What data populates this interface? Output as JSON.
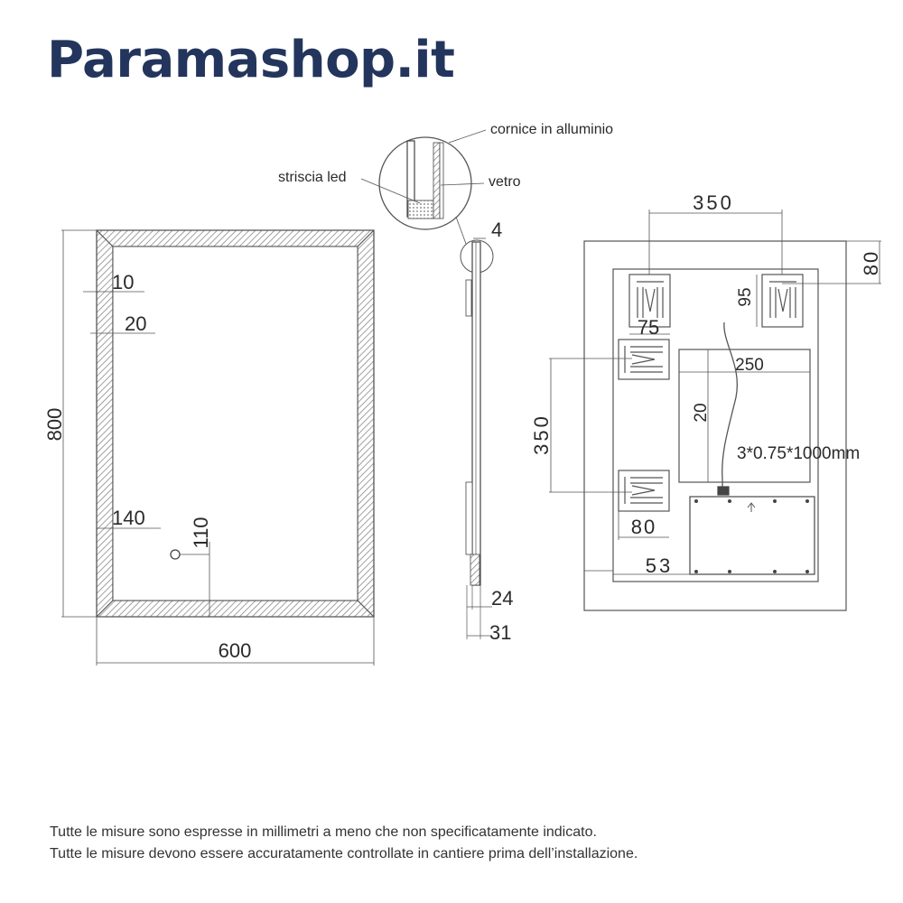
{
  "brand": "Paramashop.it",
  "labels": {
    "frame": "cornice in alluminio",
    "led": "striscia led",
    "glass": "vetro"
  },
  "dimensions": {
    "front": {
      "height": "800",
      "width": "600",
      "frame_inner": "10",
      "frame_outer": "20",
      "switch_x": "140",
      "switch_y": "110"
    },
    "side": {
      "glass": "4",
      "depth_inner": "24",
      "depth_total": "31"
    },
    "back": {
      "hook_spacing_h": "350",
      "hook_offset_top": "80",
      "hook_height": "95",
      "hook_width": "75",
      "hook_spacing_v": "350",
      "box_width": "250",
      "box_height": "20",
      "cable": "3*0.75*1000mm",
      "hook_side_width": "80",
      "frame_offset": "53"
    }
  },
  "notes": [
    "Tutte le misure sono espresse in millimetri a meno che non specificatamente indicato.",
    "Tutte le misure devono essere accuratamente controllate in cantiere prima dell’installazione."
  ],
  "colors": {
    "brand": "#23355c",
    "line": "#555555",
    "hatch": "#8a8a8a"
  }
}
